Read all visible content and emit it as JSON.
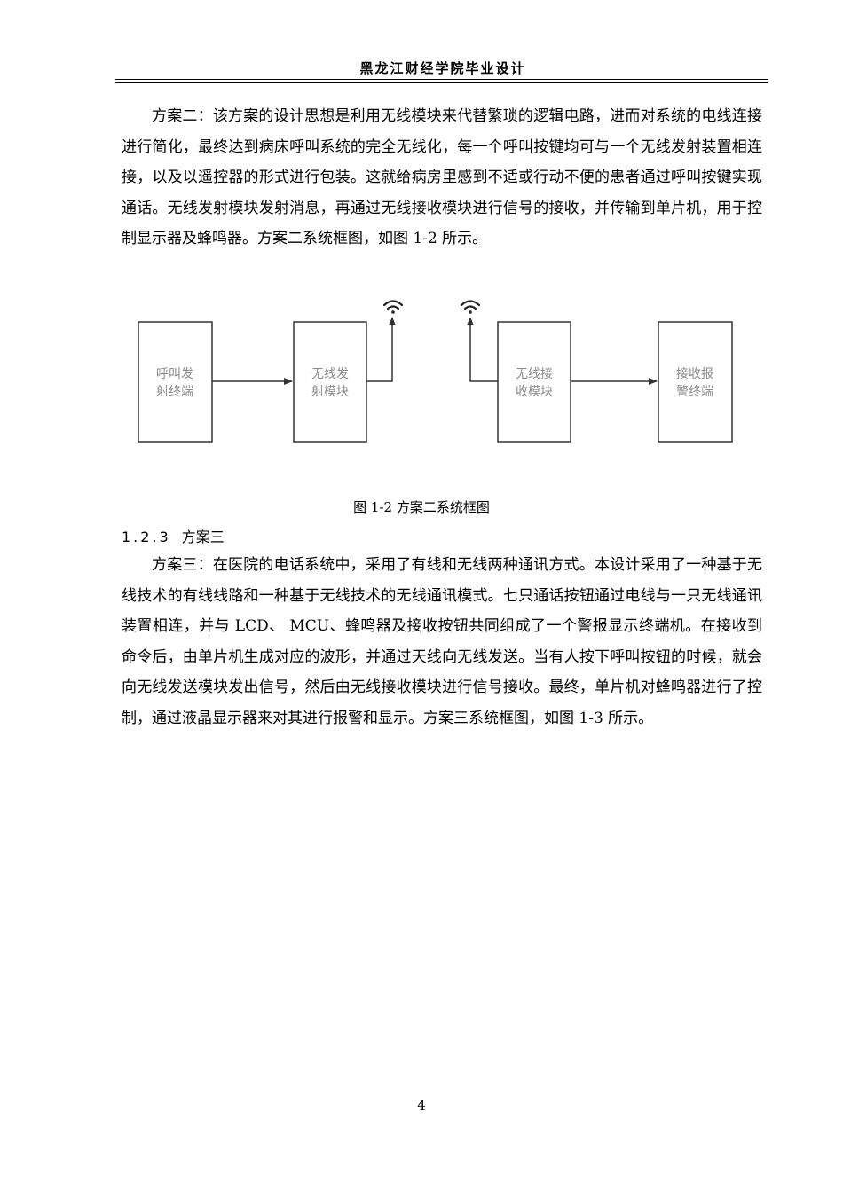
{
  "header": {
    "title": "黑龙江财经学院毕业设计"
  },
  "paragraphs": [
    "方案二：该方案的设计思想是利用无线模块来代替繁琐的逻辑电路，进而对系统的电线连接进行简化，最终达到病床呼叫系统的完全无线化，每一个呼叫按键均可与一个无线发射装置相连接，以及以遥控器的形式进行包装。这就给病房里感到不适或行动不便的患者通过呼叫按键实现通话。无线发射模块发射消息，再通过无线接收模块进行信号的接收，并传输到单片机，用于控制显示器及蜂鸣器。方案二系统框图，如图 1-2 所示。",
    "方案三：在医院的电话系统中，采用了有线和无线两种通讯方式。本设计采用了一种基于无线技术的有线线路和一种基于无线技术的无线通讯模式。七只通话按钮通过电线与一只无线通讯装置相连，并与 LCD、 MCU、蜂鸣器及接收按钮共同组成了一个警报显示终端机。在接收到命令后，由单片机生成对应的波形，并通过天线向无线发送。当有人按下呼叫按钮的时候，就会向无线发送模块发出信号，然后由无线接收模块进行信号接收。最终，单片机对蜂鸣器进行了控制，通过液晶显示器来对其进行报警和显示。方案三系统框图，如图 1-3 所示。"
  ],
  "figure": {
    "caption": "图 1-2    方案二系统框图",
    "boxes": [
      {
        "line1": "呼叫发",
        "line2": "射终端"
      },
      {
        "line1": "无线发",
        "line2": "射模块"
      },
      {
        "line1": "无线接",
        "line2": "收模块"
      },
      {
        "line1": "接收报",
        "line2": "警终端"
      }
    ]
  },
  "section": {
    "number": "1.2.3",
    "title": "方案三"
  },
  "page_number": "4"
}
